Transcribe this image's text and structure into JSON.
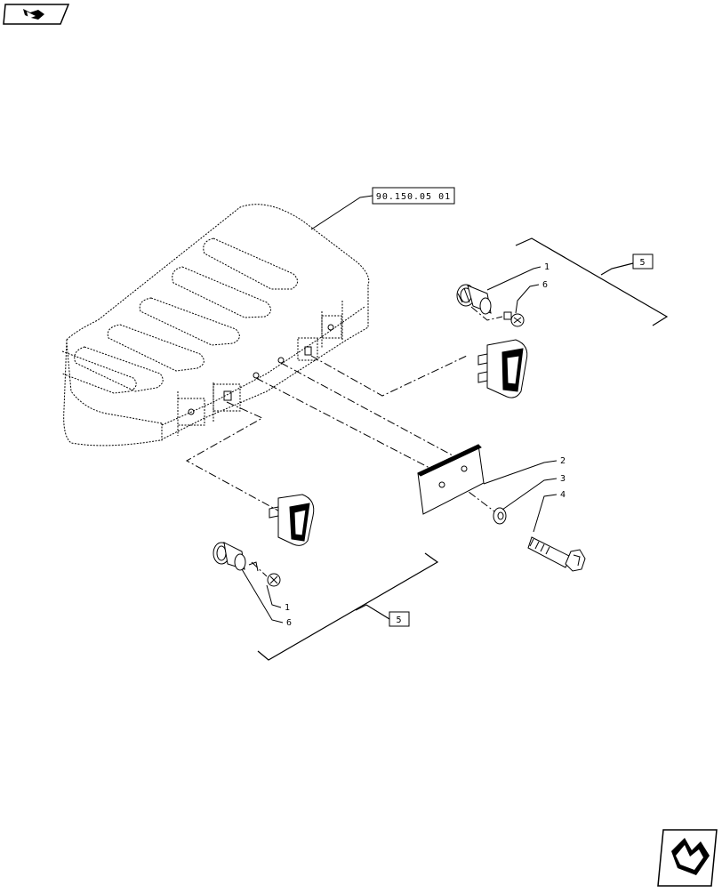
{
  "diagram": {
    "reference_label": "90.150.05 01",
    "section_refs": [
      "5",
      "5"
    ],
    "callouts": {
      "top_1": "1",
      "top_6": "6",
      "plate_2": "2",
      "washer_3": "3",
      "bolt_4": "4",
      "bottom_1": "1",
      "bottom_6": "6"
    }
  },
  "icons": {
    "top_nav": "navigate-arrow-icon",
    "bottom_nav": "navigate-arrow-icon"
  }
}
